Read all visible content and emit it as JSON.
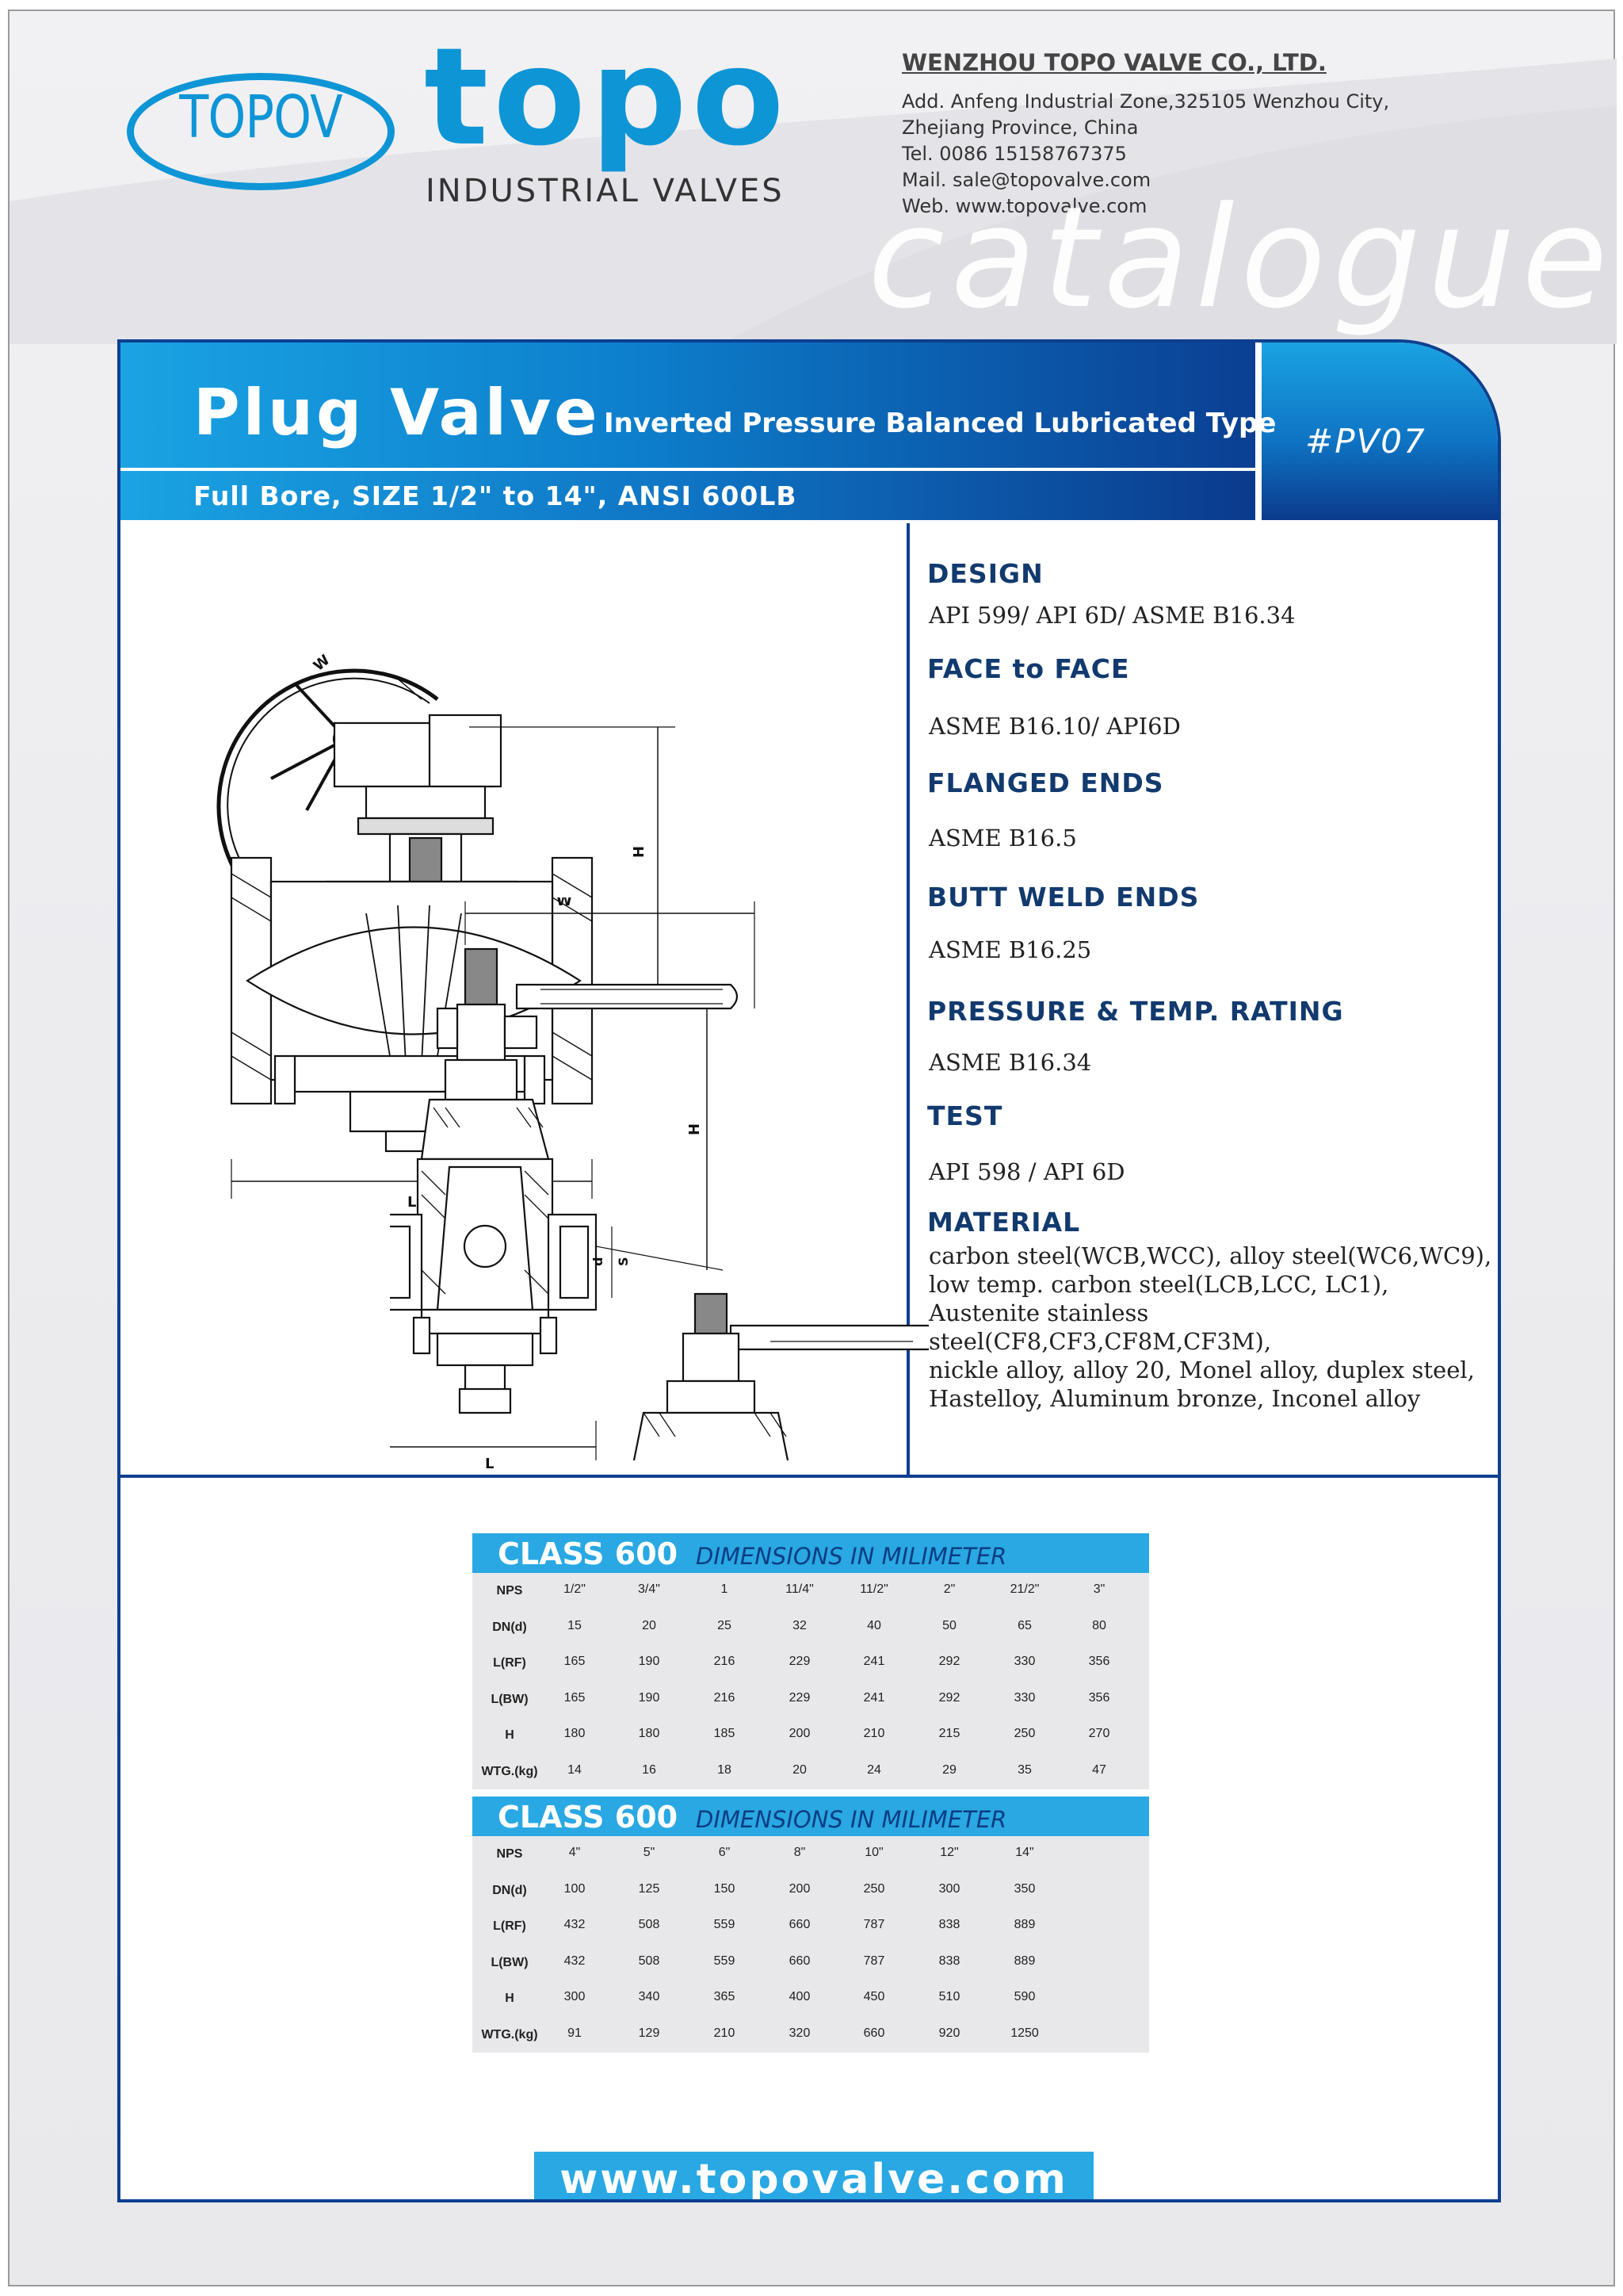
{
  "header": {
    "logo_oval_text": "TOPOV",
    "brand_name": "topo",
    "brand_tagline": "INDUSTRIAL VALVES",
    "company": "WENZHOU TOPO VALVE CO., LTD.",
    "address_lines": [
      "Add. Anfeng Industrial Zone,325105 Wenzhou City,",
      "Zhejiang Province, China",
      "Tel. 0086 15158767375",
      "Mail. sale@topovalve.com",
      "Web. www.topovalve.com"
    ],
    "watermark": "catalogue"
  },
  "banner": {
    "title": "Plug Valve",
    "subtitle": "Inverted Pressure Balanced Lubricated Type",
    "size_line": "Full Bore, SIZE 1/2\" to 14\", ANSI 600LB",
    "code": "#PV07"
  },
  "drawing_labels": {
    "w_top": "W",
    "h_top": "H",
    "l_top": "L",
    "w_bottom": "W",
    "h_bottom": "H",
    "l_bottom": "L",
    "d": "d",
    "s": "S"
  },
  "specs": [
    {
      "heading": "DESIGN",
      "value": "API 599/ API 6D/ ASME B16.34"
    },
    {
      "heading": "FACE to FACE",
      "value": "ASME B16.10/ API6D"
    },
    {
      "heading": "FLANGED ENDS",
      "value": "ASME B16.5"
    },
    {
      "heading": "BUTT WELD ENDS",
      "value": "ASME B16.25"
    },
    {
      "heading": "PRESSURE & TEMP. RATING",
      "value": "ASME B16.34"
    },
    {
      "heading": "TEST",
      "value": "API 598 / API 6D"
    },
    {
      "heading": "MATERIAL",
      "value_lines": [
        "carbon steel(WCB,WCC),  alloy steel(WC6,WC9),",
        "low temp. carbon steel(LCB,LCC, LC1),",
        "Austenite stainless steel(CF8,CF3,CF8M,CF3M),",
        "nickle alloy,  alloy 20,  Monel alloy,  duplex steel,",
        "Hastelloy,  Aluminum bronze, Inconel alloy"
      ]
    }
  ],
  "tables": [
    {
      "class_label": "CLASS 600",
      "dim_label": "DIMENSIONS IN MILIMETER",
      "rows": [
        {
          "label": "NPS",
          "cells": [
            "1/2\"",
            "3/4\"",
            "1",
            "11/4\"",
            "11/2\"",
            "2\"",
            "21/2\"",
            "3\""
          ]
        },
        {
          "label": "DN(d)",
          "cells": [
            "15",
            "20",
            "25",
            "32",
            "40",
            "50",
            "65",
            "80"
          ]
        },
        {
          "label": "L(RF)",
          "cells": [
            "165",
            "190",
            "216",
            "229",
            "241",
            "292",
            "330",
            "356"
          ]
        },
        {
          "label": "L(BW)",
          "cells": [
            "165",
            "190",
            "216",
            "229",
            "241",
            "292",
            "330",
            "356"
          ]
        },
        {
          "label": "H",
          "cells": [
            "180",
            "180",
            "185",
            "200",
            "210",
            "215",
            "250",
            "270"
          ]
        },
        {
          "label": "WTG.(kg)",
          "cells": [
            "14",
            "16",
            "18",
            "20",
            "24",
            "29",
            "35",
            "47"
          ]
        }
      ]
    },
    {
      "class_label": "CLASS 600",
      "dim_label": "DIMENSIONS IN MILIMETER",
      "rows": [
        {
          "label": "NPS",
          "cells": [
            "4\"",
            "5\"",
            "6\"",
            "8\"",
            "10\"",
            "12\"",
            "14\""
          ]
        },
        {
          "label": "DN(d)",
          "cells": [
            "100",
            "125",
            "150",
            "200",
            "250",
            "300",
            "350"
          ]
        },
        {
          "label": "L(RF)",
          "cells": [
            "432",
            "508",
            "559",
            "660",
            "787",
            "838",
            "889"
          ]
        },
        {
          "label": "L(BW)",
          "cells": [
            "432",
            "508",
            "559",
            "660",
            "787",
            "838",
            "889"
          ]
        },
        {
          "label": "H",
          "cells": [
            "300",
            "340",
            "365",
            "400",
            "450",
            "510",
            "590"
          ]
        },
        {
          "label": "WTG.(kg)",
          "cells": [
            "91",
            "129",
            "210",
            "320",
            "660",
            "920",
            "1250"
          ]
        }
      ]
    }
  ],
  "footer": {
    "url": "www.topovalve.com"
  },
  "colors": {
    "brand_blue": "#0e95d6",
    "navy": "#0d3f8f",
    "table_blue": "#29a8e3"
  }
}
